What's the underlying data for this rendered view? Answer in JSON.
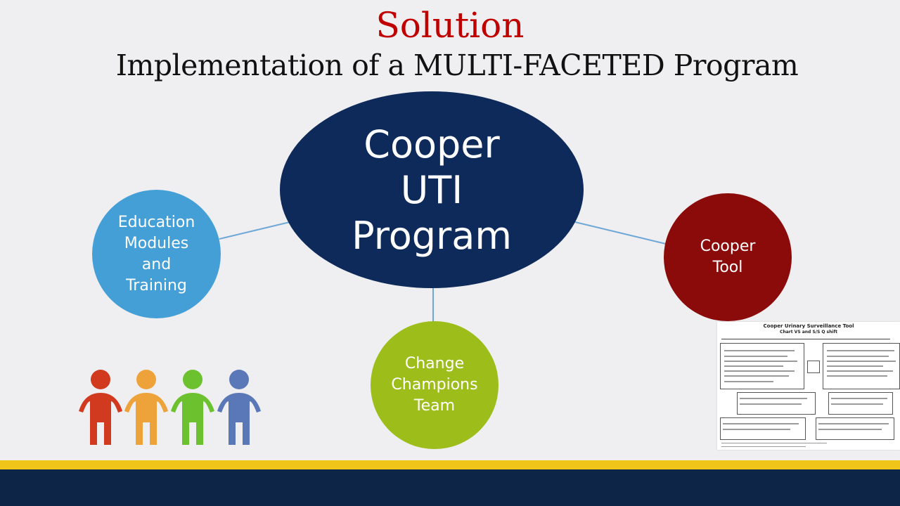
{
  "title": "Solution",
  "subtitle": "Implementation of a MULTI-FACETED Program",
  "nodes": {
    "center": "Cooper\nUTI\nProgram",
    "education": "Education\nModules\nand\nTraining",
    "tool": "Cooper\nTool",
    "change": "Change\nChampions\nTeam"
  },
  "document": {
    "title": "Cooper Urinary Surveillance Tool",
    "subtitle": "Chart VS and S/S Q shift"
  },
  "colors": {
    "title": "#c00000",
    "center": "#0e2a5a",
    "education": "#459fd7",
    "tool": "#8b0a0a",
    "change": "#9dbd1b",
    "connector": "#6fa8d6",
    "footer_yellow": "#f0c419",
    "footer_navy": "#0d2546"
  },
  "people_colors": [
    "#d13a1e",
    "#eea23a",
    "#6cc12e",
    "#5a78b8"
  ]
}
